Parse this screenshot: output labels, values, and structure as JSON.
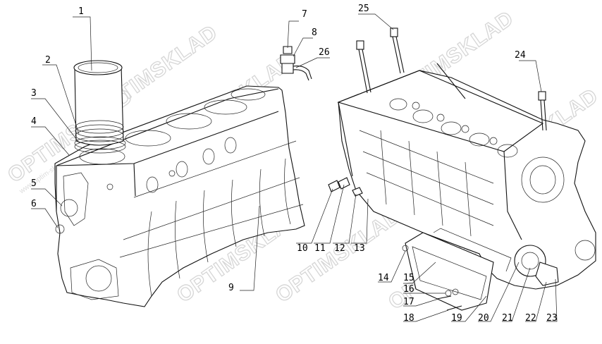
{
  "callouts": [
    "1",
    "2",
    "3",
    "4",
    "5",
    "6",
    "7",
    "8",
    "26",
    "25",
    "24",
    "9",
    "10",
    "11",
    "12",
    "13",
    "14",
    "15",
    "16",
    "17",
    "18",
    "19",
    "20",
    "21",
    "22",
    "23"
  ],
  "watermark": {
    "text": "OPTIMSKLAD",
    "url": "www.optim-sklad.ru"
  }
}
